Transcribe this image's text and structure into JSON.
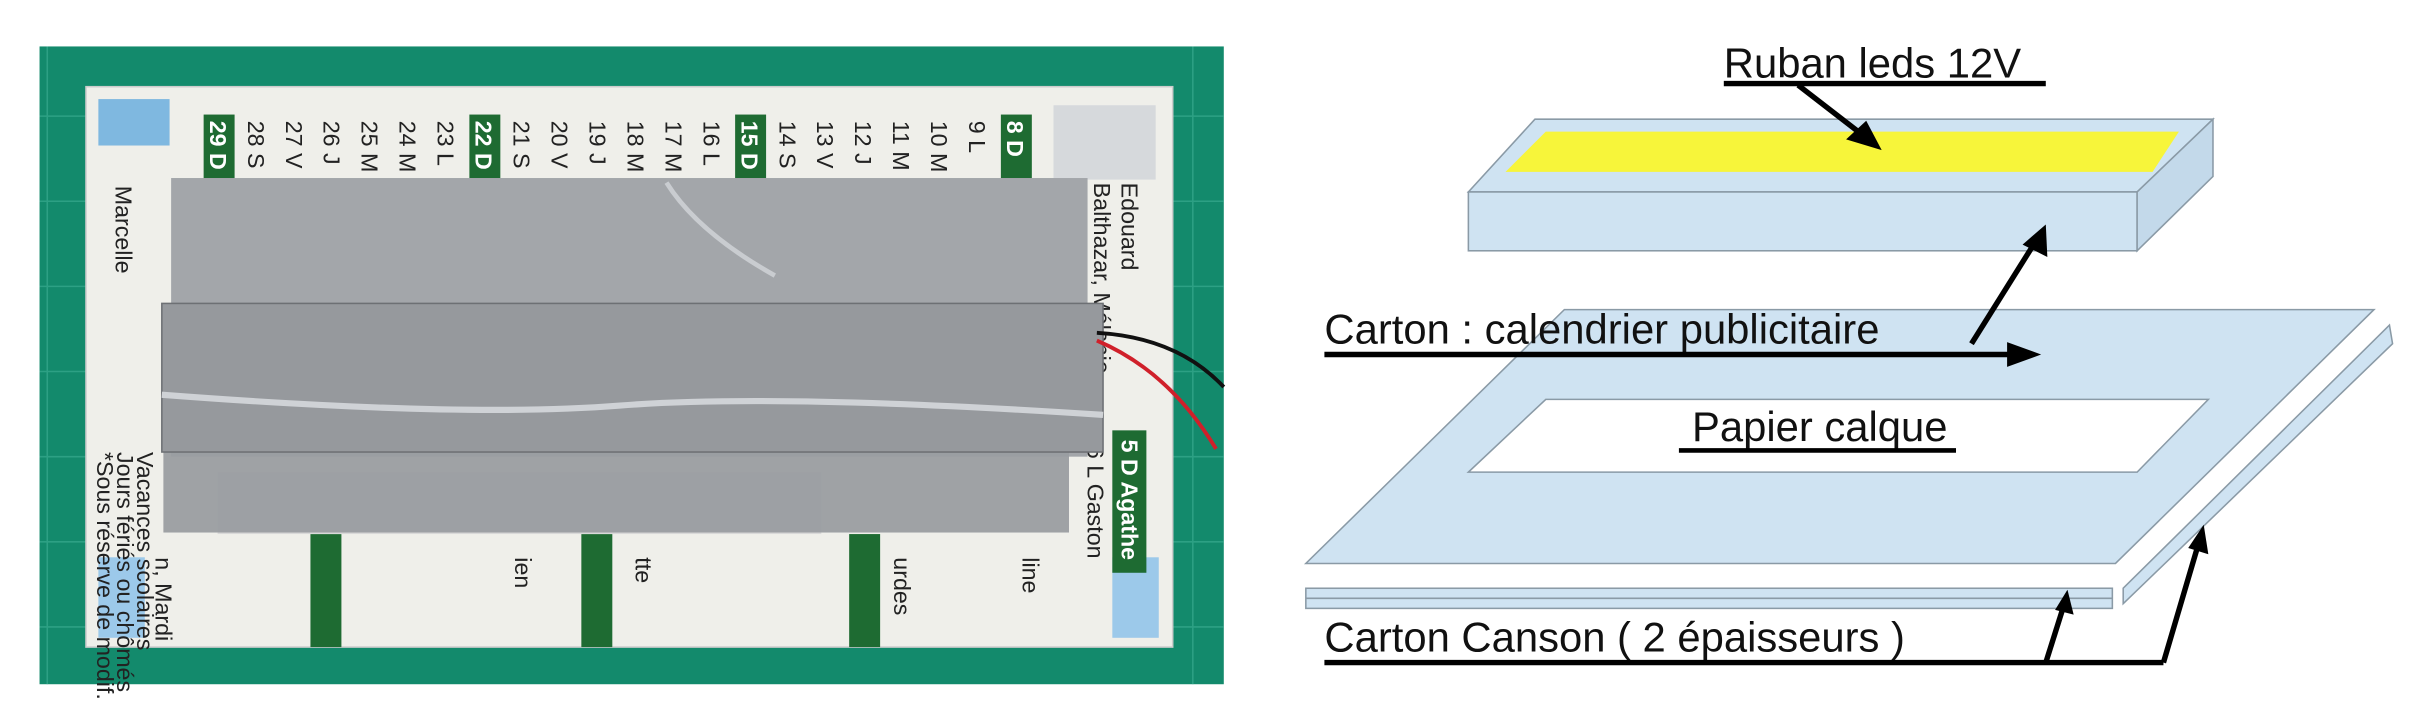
{
  "photo": {
    "day_labels": [
      "29 D",
      "28 S",
      "27 V",
      "26 J",
      "25 M",
      "24 M",
      "23 L",
      "22 D",
      "21 S",
      "20 V",
      "19 J",
      "18 M",
      "17 M",
      "16 L",
      "15 D",
      "14 S",
      "13 V",
      "12 J",
      "11 M",
      "10 M",
      "9 L",
      "8 D"
    ],
    "sunday_labels": [
      "29 D",
      "22 D",
      "15 D",
      "8 D"
    ],
    "names": {
      "left": "Marcelle",
      "right_1": "Edouard",
      "right_2": "Balthazar, Mélanie",
      "agathe": "5 D  Agathe",
      "gaston": "6 L  Gaston",
      "mardi": "n, Mardi"
    },
    "footnotes": [
      "Vacances scolaires",
      "Jours fériés ou chômés",
      "*Sous réserve de modif."
    ],
    "bottom_fragments": [
      "ien",
      "tte",
      "urdes",
      "line"
    ],
    "colors": {
      "mat": "#138a6c",
      "board": "#efefea",
      "tape": "#9c9fa3",
      "calendar_green": "#1e6b32"
    }
  },
  "diagram": {
    "led_strip_label": "Ruban leds 12V",
    "calendar_board_label": "Carton : calendrier publicitaire",
    "tracing_paper_label": "Papier calque",
    "canson_label": "Carton Canson ( 2 épaisseurs )",
    "colors": {
      "panel": "#cfe3f2",
      "led": "#f7f53a",
      "outline": "#8a9aa6"
    }
  }
}
